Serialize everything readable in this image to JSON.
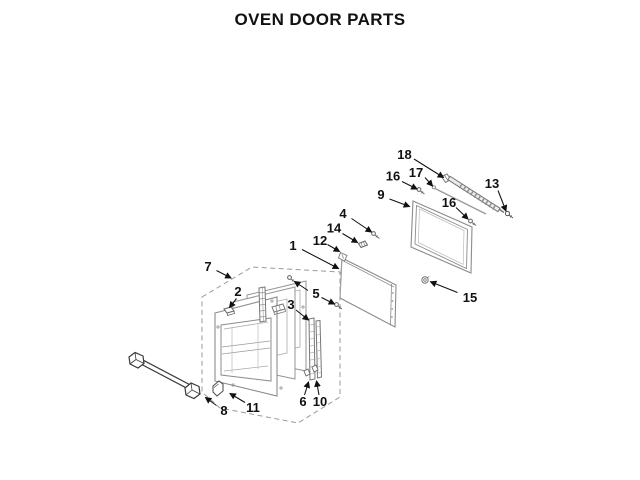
{
  "title": "OVEN DOOR PARTS",
  "diagram": {
    "kind": "exploded-parts-diagram",
    "colors": {
      "background": "#ffffff",
      "part_lines": "#8c8c8c",
      "dark_lines": "#3a3a3a",
      "labels": "#111111"
    },
    "callouts": [
      {
        "number": "18",
        "points_to": "hinge-support-rod"
      },
      {
        "number": "17",
        "points_to": "hinge-rod"
      },
      {
        "number": "16",
        "points_to": "screw-upper"
      },
      {
        "number": "13",
        "points_to": "screw-rod-end"
      },
      {
        "number": "9",
        "points_to": "framed-glass-panel"
      },
      {
        "number": "16",
        "points_to": "screw-lower"
      },
      {
        "number": "4",
        "points_to": "screw"
      },
      {
        "number": "14",
        "points_to": "spacer-clip"
      },
      {
        "number": "12",
        "points_to": "panel-corner-bracket"
      },
      {
        "number": "1",
        "points_to": "inner-door-panel"
      },
      {
        "number": "15",
        "points_to": "grommet"
      },
      {
        "number": "7",
        "points_to": "door-assembly"
      },
      {
        "number": "2",
        "points_to": "bracket"
      },
      {
        "number": "5",
        "points_to": "screws"
      },
      {
        "number": "3",
        "points_to": "side-trim"
      },
      {
        "number": "6",
        "points_to": "side-trim-lower"
      },
      {
        "number": "10",
        "points_to": "side-trim-lower"
      },
      {
        "number": "8",
        "points_to": "door-handle"
      },
      {
        "number": "11",
        "points_to": "handle-mount"
      }
    ]
  }
}
